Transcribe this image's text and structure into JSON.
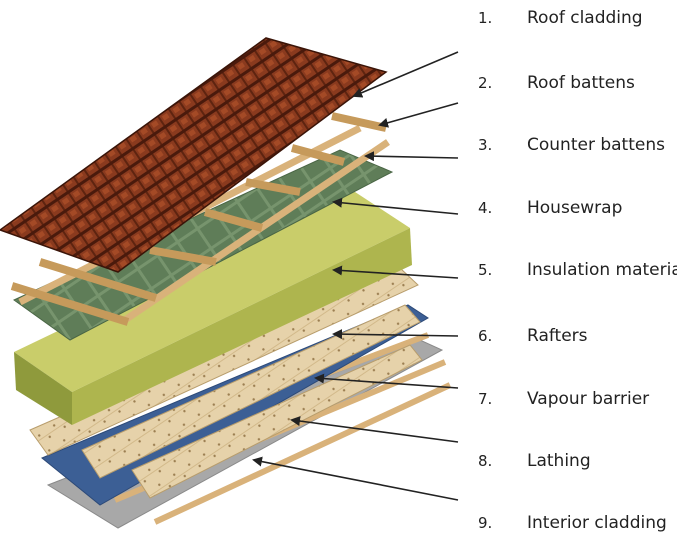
{
  "legend": [
    {
      "number": "1.",
      "label": "Roof cladding"
    },
    {
      "number": "2.",
      "label": "Roof battens"
    },
    {
      "number": "3.",
      "label": "Counter battens"
    },
    {
      "number": "4.",
      "label": "Housewrap"
    },
    {
      "number": "5.",
      "label": "Insulation material"
    },
    {
      "number": "6.",
      "label": "Rafters"
    },
    {
      "number": "7.",
      "label": "Vapour barrier"
    },
    {
      "number": "8.",
      "label": "Lathing"
    },
    {
      "number": "9.",
      "label": "Interior cladding"
    }
  ],
  "colors": {
    "roof_tile": "#8a3a1e",
    "roof_tile_dark": "#4a1a0c",
    "batten": "#d9b27a",
    "housewrap": "#5f7d58",
    "insulation": "#c9cd6a",
    "insulation_side": "#8f9a3c",
    "rafter_board": "#e6d2aa",
    "vapour_barrier": "#3c5f95",
    "interior_cladding": "#a8a8a8",
    "arrow": "#222222"
  }
}
